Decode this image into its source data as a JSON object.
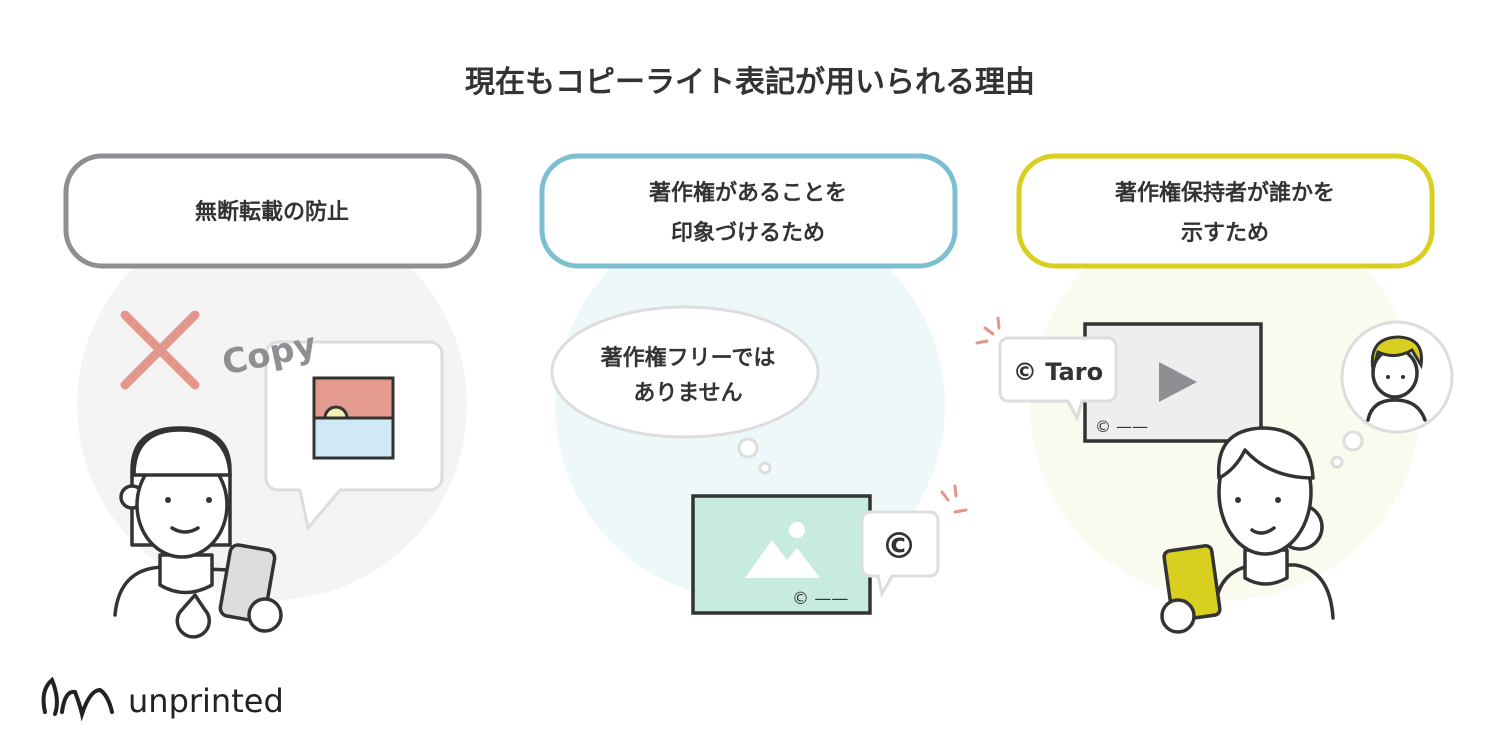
{
  "title": "現在もコピーライト表記が用いられる理由",
  "colors": {
    "gray": "#8e8e93",
    "blue": "#7bbfd0",
    "yellow": "#d9cf1f",
    "red": "#e3978c",
    "text": "#333333"
  },
  "reasons": [
    {
      "lines": [
        "無断転載の防止"
      ]
    },
    {
      "lines": [
        "著作権があることを",
        "印象づけるため"
      ]
    },
    {
      "lines": [
        "著作権保持者が誰かを",
        "示すため"
      ]
    }
  ],
  "illustrations": {
    "copy_label": "Copy",
    "thought_bubble": [
      "著作権フリーでは",
      "ありません"
    ],
    "copyright_symbol": "©",
    "credit_label": "© Taro",
    "footer_symbol": "© ——"
  },
  "logo": {
    "text": "unprinted"
  }
}
